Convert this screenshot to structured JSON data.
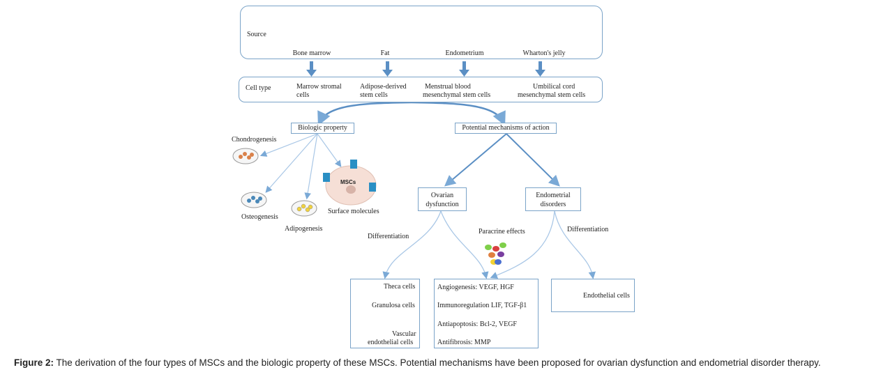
{
  "source": {
    "label": "Source",
    "items": [
      "Bone marrow",
      "Fat",
      "Endometrium",
      "Wharton's jelly"
    ]
  },
  "celltype": {
    "label": "Cell type",
    "items": [
      [
        "Marrow stromal",
        "cells"
      ],
      [
        "Adipose-derived",
        "stem cells"
      ],
      [
        "Menstrual blood",
        "mesenchymal stem cells"
      ],
      [
        "Umbilical cord",
        "mesenchymal stem cells"
      ]
    ]
  },
  "biologic": {
    "title": "Biologic property",
    "chondro": "Chondrogenesis",
    "osteo": "Osteogenesis",
    "adipo": "Adipogenesis",
    "surface": "Surface molecules",
    "mscs": "MSCs"
  },
  "mechanisms": {
    "title": "Potential mechanisms of action",
    "ovarian": [
      "Ovarian",
      "dysfunction"
    ],
    "endometrial": [
      "Endometrial",
      "disorders"
    ],
    "diff_left": "Differentiation",
    "diff_right": "Differentiation",
    "paracrine": "Paracrine effects"
  },
  "cells_left": {
    "theca": "Theca cells",
    "granulosa": "Granulosa cells",
    "vascular": [
      "Vascular",
      "endothelial cells"
    ]
  },
  "effects": [
    "Angiogenesis: VEGF, HGF",
    "Immunoregulation LIF, TGF-β1",
    "Antiapoptosis: Bcl-2, VEGF",
    "Antifibrosis: MMP"
  ],
  "endothelial": "Endothelial cells",
  "caption": {
    "label": "Figure 2:",
    "text": " The derivation of the four types of MSCs and the biologic property of these MSCs. Potential mechanisms have been proposed for ovarian dysfunction and endometrial disorder therapy."
  },
  "colors": {
    "box_border": "#7aa3c8",
    "arrow": "#5b8fc4",
    "uterus": "#e05a5a",
    "caption_text": "#222222"
  }
}
